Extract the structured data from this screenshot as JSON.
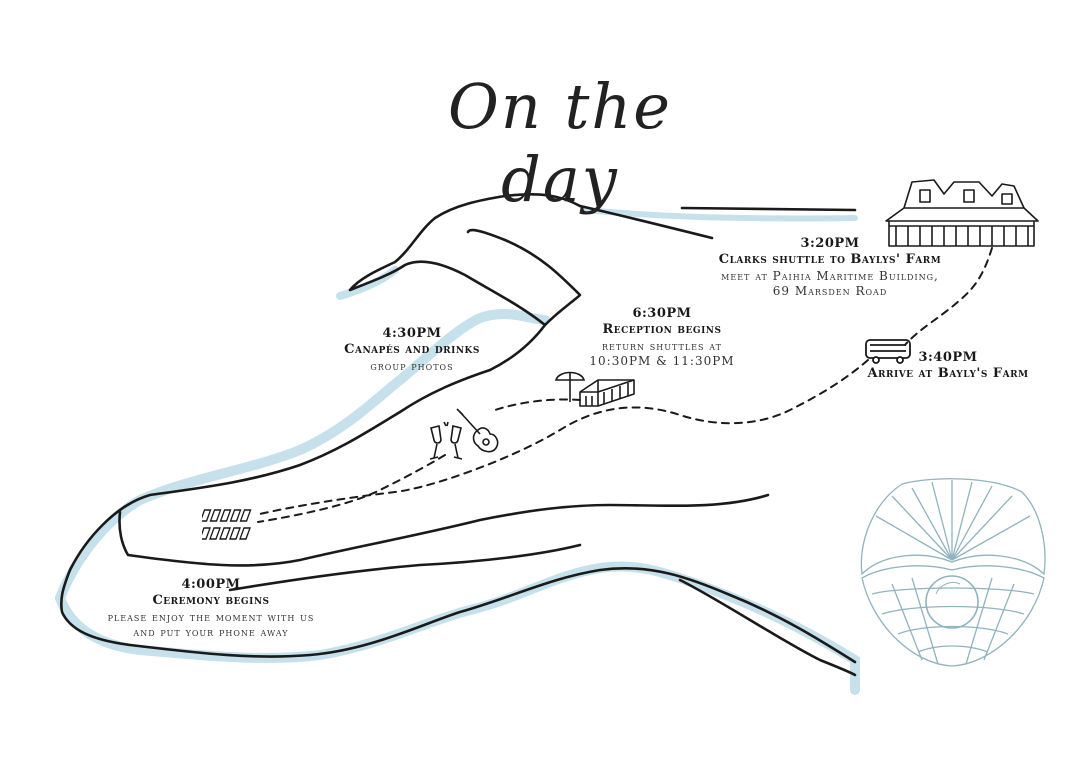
{
  "title": "On the day",
  "events": {
    "shuttle": {
      "time": "3:20PM",
      "name": "Clarks shuttle to Baylys' Farm",
      "note_line1": "meet at Paihia Maritime Building,",
      "note_line2": "69 Marsden Road"
    },
    "arrive": {
      "time": "3:40PM",
      "name": "Arrive at Bayly's Farm"
    },
    "ceremony": {
      "time": "4:00PM",
      "name": "Ceremony begins",
      "note_line1": "please enjoy the moment with us",
      "note_line2": "and put your phone away"
    },
    "canapes": {
      "time": "4:30PM",
      "name": "Canapés and drinks",
      "note_line1": "group photos"
    },
    "reception": {
      "time": "6:30PM",
      "name": "Reception begins",
      "note_line1": "return shuttles at",
      "note_line2": "10:30PM & 11:30PM"
    }
  },
  "icons": [
    "farmhouse-icon",
    "bus-icon",
    "umbrella-icon",
    "marquee-tent-icon",
    "guitar-icon",
    "champagne-glasses-icon",
    "chairs-icon",
    "oyster-pearl-icon"
  ],
  "colors": {
    "ink": "#1a1a1a",
    "water": "#b9d9e6",
    "shell": "#8fb3bf"
  }
}
